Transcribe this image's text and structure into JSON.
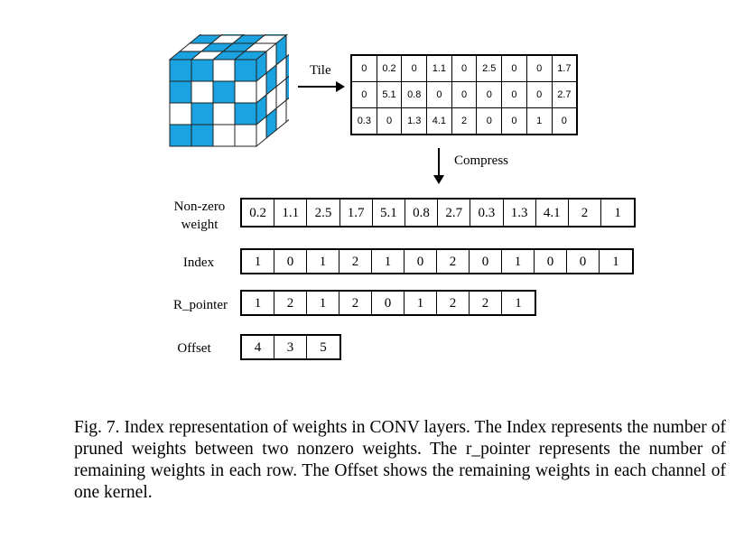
{
  "figure": {
    "tile_label": "Tile",
    "compress_label": "Compress",
    "icons": {
      "cube": "weight-cube-icon",
      "tile_arrow": "arrow-right-icon",
      "compress_arrow": "arrow-down-icon"
    },
    "colors": {
      "accent": "#1aa3e0",
      "grid_line": "#000000",
      "cell_bg": "#ffffff"
    },
    "tile_matrix": [
      [
        "0",
        "0.2",
        "0",
        "1.1",
        "0",
        "2.5",
        "0",
        "0",
        "1.7"
      ],
      [
        "0",
        "5.1",
        "0.8",
        "0",
        "0",
        "0",
        "0",
        "0",
        "2.7"
      ],
      [
        "0.3",
        "0",
        "1.3",
        "4.1",
        "2",
        "0",
        "0",
        "1",
        "0"
      ]
    ],
    "rows": {
      "nonzero": {
        "label": "Non-zero weight",
        "values": [
          "0.2",
          "1.1",
          "2.5",
          "1.7",
          "5.1",
          "0.8",
          "2.7",
          "0.3",
          "1.3",
          "4.1",
          "2",
          "1"
        ]
      },
      "index": {
        "label": "Index",
        "values": [
          "1",
          "0",
          "1",
          "2",
          "1",
          "0",
          "2",
          "0",
          "1",
          "0",
          "0",
          "1"
        ]
      },
      "r_pointer": {
        "label": "R_pointer",
        "values": [
          "1",
          "2",
          "1",
          "2",
          "0",
          "1",
          "2",
          "2",
          "1"
        ]
      },
      "offset": {
        "label": "Offset",
        "values": [
          "4",
          "3",
          "5"
        ]
      }
    }
  },
  "caption": "Fig. 7.  Index representation of weights in CONV layers. The Index represents the number of pruned weights between two nonzero weights. The r_pointer represents the number of remaining weights in each row. The Offset shows the remaining weights in each channel of one kernel."
}
